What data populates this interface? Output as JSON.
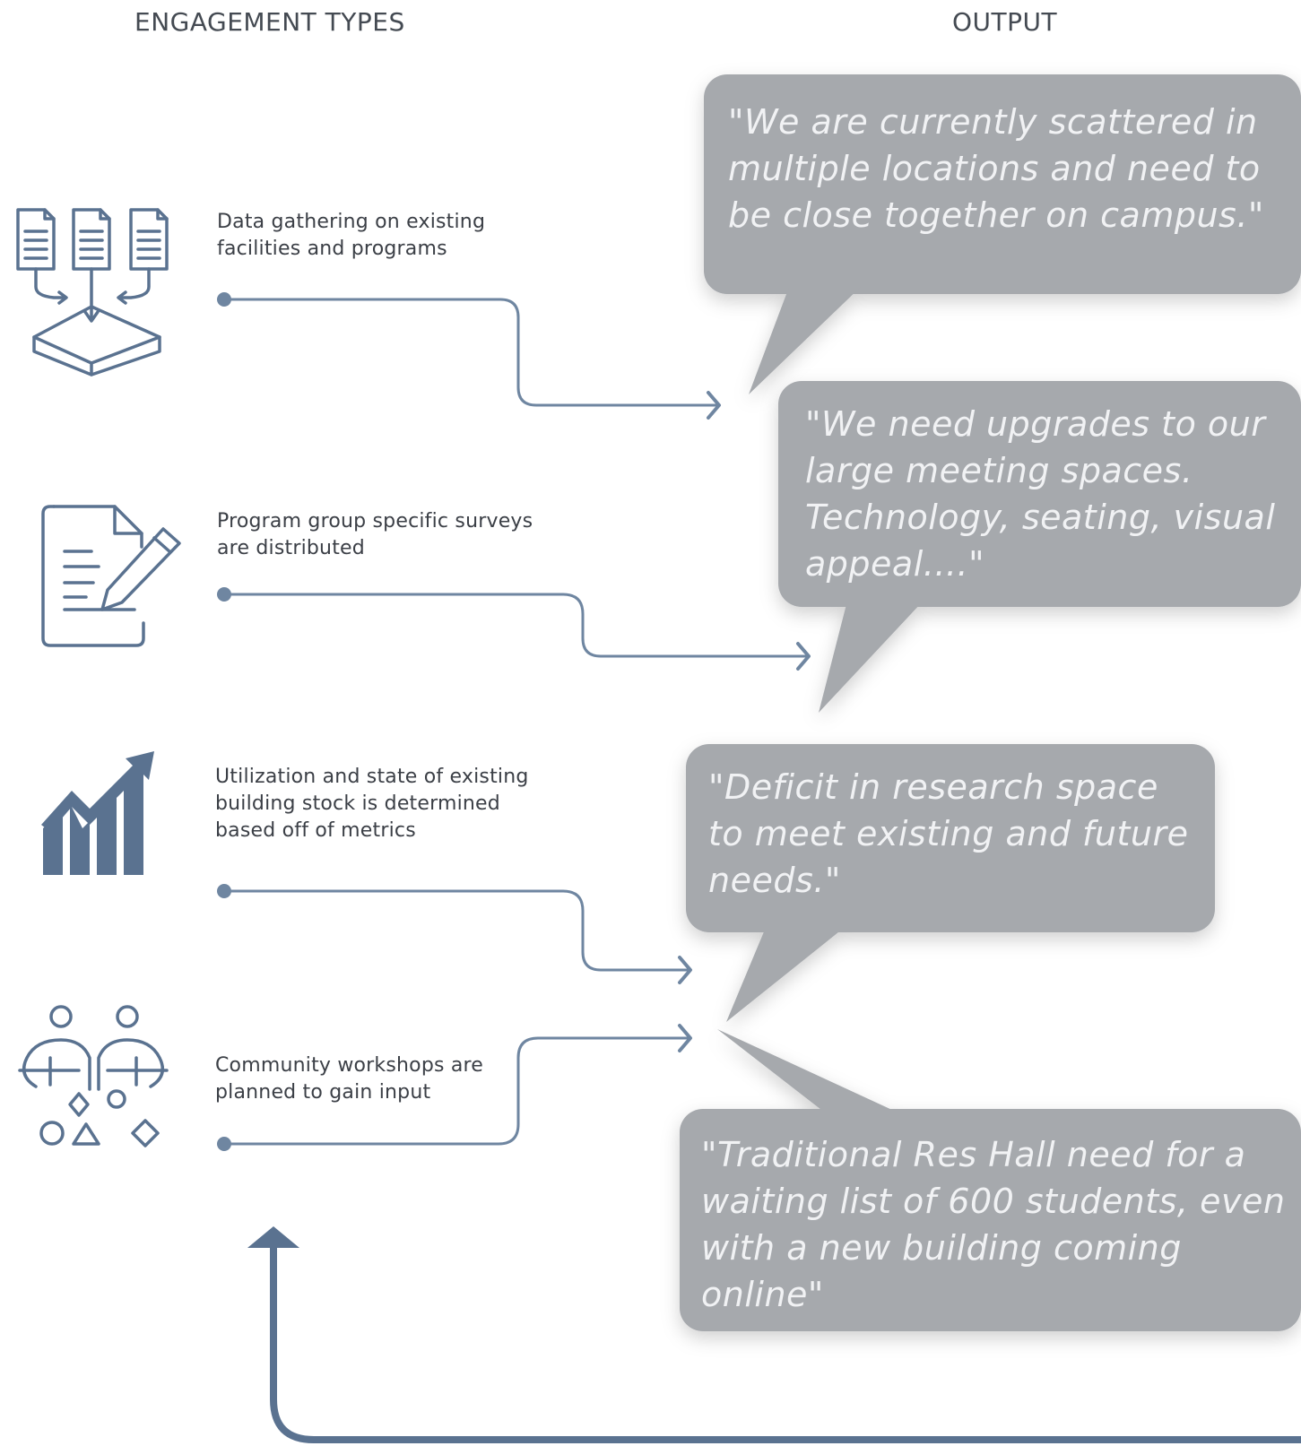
{
  "headers": {
    "left": "ENGAGEMENT TYPES",
    "right": "OUTPUT"
  },
  "engagement_types": [
    {
      "icon": "documents-into-box-icon",
      "text": "Data gathering on existing facilities and programs"
    },
    {
      "icon": "survey-form-pencil-icon",
      "text": "Program group specific surveys are distributed"
    },
    {
      "icon": "bar-chart-trend-up-icon",
      "text": "Utilization and state of existing building stock is determined based off of metrics"
    },
    {
      "icon": "community-workshop-people-icon",
      "text": "Community workshops are planned to gain input"
    }
  ],
  "outputs": [
    {
      "quote": "\"We are currently scattered in multiple locations and need to be close together on campus.\""
    },
    {
      "quote": "\"We need upgrades to our large meeting spaces. Technology, seating, visual appeal....\""
    },
    {
      "quote": "\"Deficit in research space to meet existing and future needs.\""
    },
    {
      "quote": "\"Traditional Res Hall need for a waiting list of 600 students, even with a new building coming online\""
    }
  ],
  "colors": {
    "icon_blue": "#5a7290",
    "connector_blue": "#6f86a1",
    "bubble_gray": "#a6a9ad",
    "quote_text": "#f1f2f4",
    "label_text": "#3b3f46"
  }
}
